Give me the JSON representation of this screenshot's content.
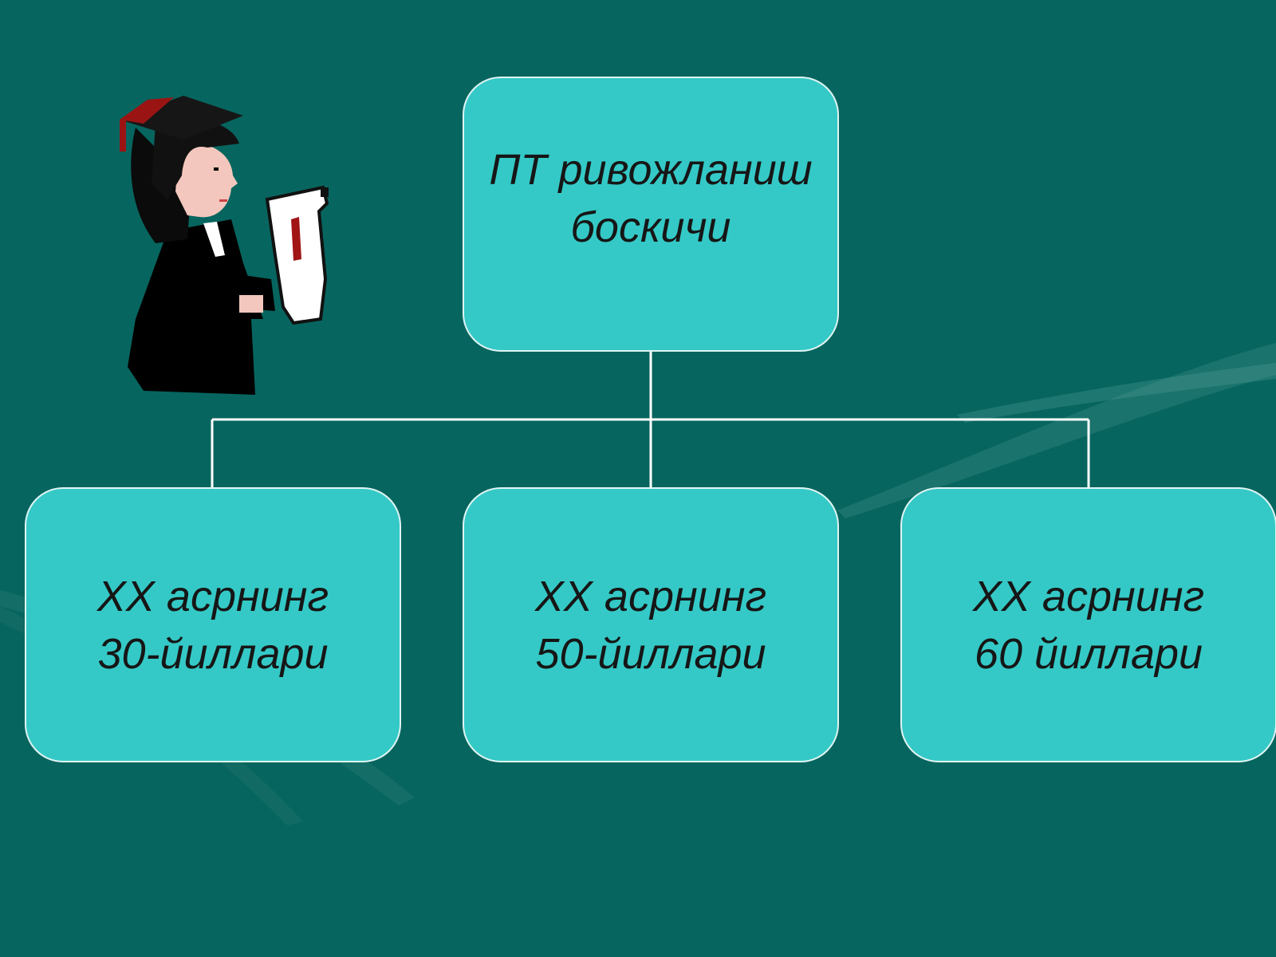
{
  "diagram": {
    "root": {
      "line1": "ПТ ривожланиш",
      "line2": "боскичи"
    },
    "children": [
      {
        "line1": "XX асрнинг",
        "line2": "30-йиллари"
      },
      {
        "line1": "XX асрнинг",
        "line2": "50-йиллари"
      },
      {
        "line1": "XX асрнинг",
        "line2": "60 йиллари"
      }
    ]
  },
  "colors": {
    "background": "#07655f",
    "box_fill": "#34c9c6",
    "box_border": "#dff4f3",
    "connector": "#ffffff",
    "text": "#161616"
  },
  "icons": [
    "graduate-clipart"
  ]
}
